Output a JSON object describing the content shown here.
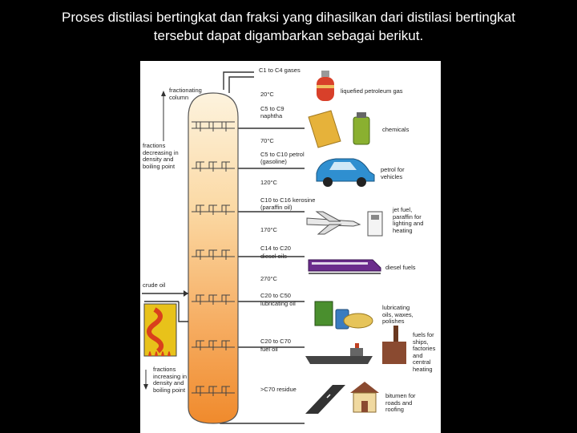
{
  "heading": {
    "line1": "Proses distilasi bertingkat dan fraksi yang dihasilkan dari distilasi bertingkat",
    "line2": "tersebut dapat digambarkan sebagai berikut."
  },
  "left_labels": {
    "column": [
      "fractionating",
      "column"
    ],
    "decreasing": [
      "fractions",
      "decreasing in",
      "density and",
      "boiling point"
    ],
    "crude": "crude oil",
    "increasing": [
      "fractions",
      "increasing in",
      "density and",
      "boiling point"
    ]
  },
  "fractions": [
    {
      "carbons": "C1 to C4 gases",
      "name": "",
      "product": [
        "liquefied petroleum gas"
      ]
    },
    {
      "temp": "20°C",
      "carbons": "C5 to C9",
      "name": "naphtha",
      "product": [
        "chemicals"
      ]
    },
    {
      "temp": "70°C",
      "carbons": "C5 to C10 petrol",
      "name": "(gasoline)",
      "product": [
        "petrol for",
        "vehicles"
      ]
    },
    {
      "temp": "120°C",
      "carbons": "C10 to C16 kerosine",
      "name": "(paraffin oil)",
      "product": [
        "jet fuel,",
        "paraffin for",
        "lighting and",
        "heating"
      ]
    },
    {
      "temp": "170°C",
      "carbons": "C14 to C20",
      "name": "diesel oils",
      "product": [
        "diesel fuels"
      ]
    },
    {
      "temp": "270°C",
      "carbons": "C20 to C50",
      "name": "lubricating oil",
      "product": [
        "lubricating",
        "oils, waxes,",
        "polishes"
      ]
    },
    {
      "temp": "",
      "carbons": "C20 to C70",
      "name": "fuel oil",
      "product": [
        "fuels for",
        "ships,",
        "factories",
        "and",
        "central",
        "heating"
      ]
    },
    {
      "temp": "",
      "carbons": ">C70 residue",
      "name": "",
      "product": [
        "bitumen for",
        "roads and",
        "roofing"
      ]
    }
  ],
  "colors": {
    "column_top": "#fdf2dc",
    "column_bottom": "#f08a2c",
    "furnace": "#e8c21a",
    "flame": "#d9401c",
    "pipe": "#333333",
    "car": "#2f8fd0",
    "train": "#6b2c8c",
    "gas_bottle": "#d8402a"
  },
  "icons": [
    "gas-cylinder-icon",
    "chemical-bag-icon",
    "car-icon",
    "jet-plane-icon",
    "heater-icon",
    "train-icon",
    "oil-can-icon",
    "ship-icon",
    "factory-icon",
    "road-icon",
    "house-icon"
  ]
}
